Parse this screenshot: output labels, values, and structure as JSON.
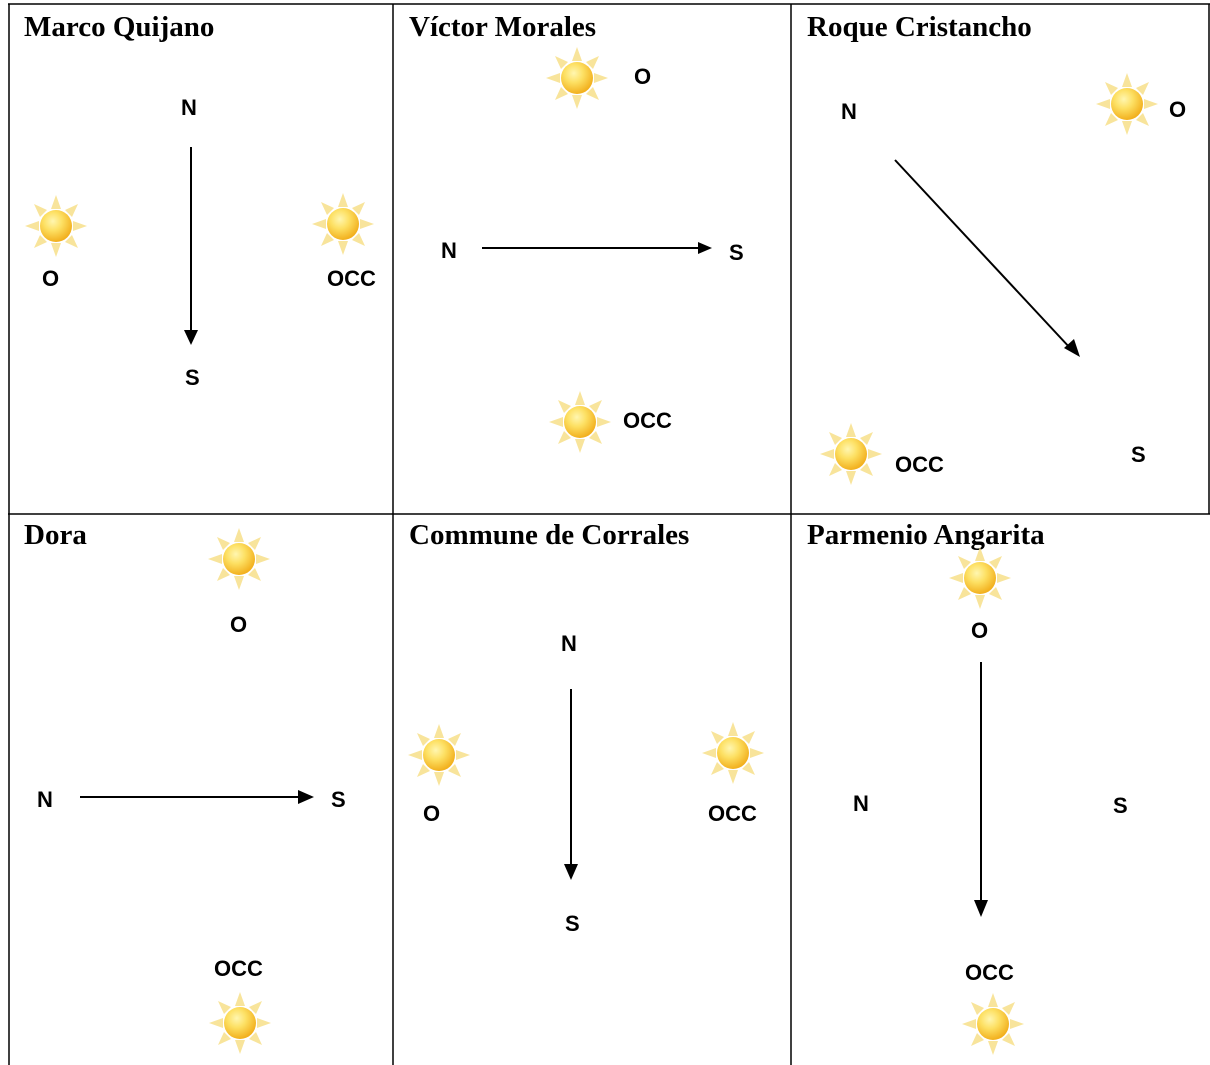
{
  "panels": [
    {
      "title": "Marco Quijano",
      "labels": {
        "n": "N",
        "s": "S",
        "o": "O",
        "occ": "OCC"
      },
      "suns": [
        "sun-icon",
        "sun-icon"
      ],
      "arrow": {
        "from": "N",
        "to": "S"
      }
    },
    {
      "title": "Víctor Morales",
      "labels": {
        "n": "N",
        "s": "S",
        "o": "O",
        "occ": "OCC"
      },
      "suns": [
        "sun-icon",
        "sun-icon"
      ],
      "arrow": {
        "from": "N",
        "to": "S"
      }
    },
    {
      "title": "Roque Cristancho",
      "labels": {
        "n": "N",
        "s": "S",
        "o": "O",
        "occ": "OCC"
      },
      "suns": [
        "sun-icon",
        "sun-icon"
      ],
      "arrow": {
        "from": "N",
        "to": "S"
      }
    },
    {
      "title": "Dora",
      "labels": {
        "n": "N",
        "s": "S",
        "o": "O",
        "occ": "OCC"
      },
      "suns": [
        "sun-icon",
        "sun-icon"
      ],
      "arrow": {
        "from": "N",
        "to": "S"
      }
    },
    {
      "title": "Commune de Corrales",
      "labels": {
        "n": "N",
        "s": "S",
        "o": "O",
        "occ": "OCC"
      },
      "suns": [
        "sun-icon",
        "sun-icon"
      ],
      "arrow": {
        "from": "N",
        "to": "S"
      }
    },
    {
      "title": "Parmenio Angarita",
      "labels": {
        "n": "N",
        "s": "S",
        "o": "O",
        "occ": "OCC"
      },
      "suns": [
        "sun-icon",
        "sun-icon"
      ],
      "arrow": {
        "from": "O",
        "to": "OCC"
      }
    }
  ],
  "colors": {
    "sun_center_light": "#fff6b0",
    "sun_center_dark": "#f2b01e",
    "sun_rays": "#f7e08a",
    "line": "#000000"
  }
}
